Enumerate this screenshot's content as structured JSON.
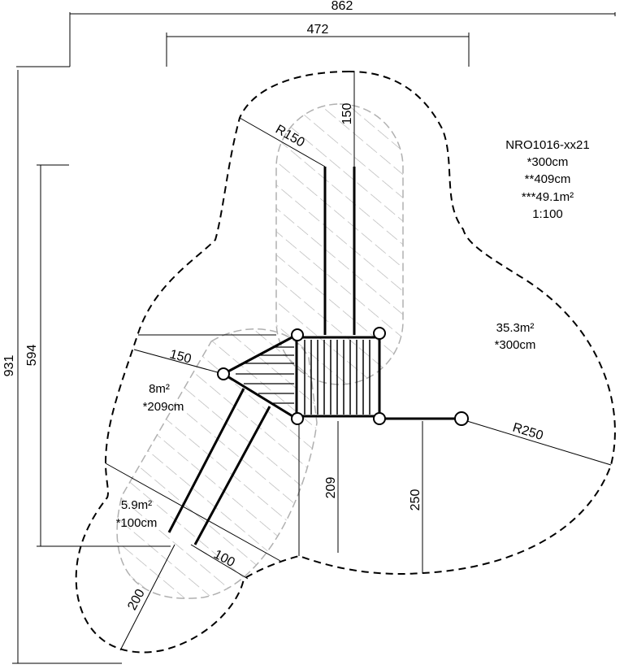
{
  "product": {
    "code": "NRO1016-xx21",
    "line1": "*300cm",
    "line2": "**409cm",
    "line3": "***49.1m²",
    "scale": "1:100"
  },
  "dimensions": {
    "overall_width": "862",
    "inner_width": "472",
    "overall_height": "931",
    "left_height": "594",
    "top_clearance": "150",
    "radius_top": "R150",
    "left_clearance": "150",
    "radius_right": "R250",
    "height_209": "209",
    "height_250": "250",
    "slide_width": "100",
    "slide_length": "200"
  },
  "zones": [
    {
      "area": "35.3m²",
      "height": "*300cm"
    },
    {
      "area": "8m²",
      "height": "*209cm"
    },
    {
      "area": "5.9m²",
      "height": "*100cm"
    }
  ],
  "colors": {
    "line": "#000000",
    "hatch": "#b0b0b0"
  }
}
